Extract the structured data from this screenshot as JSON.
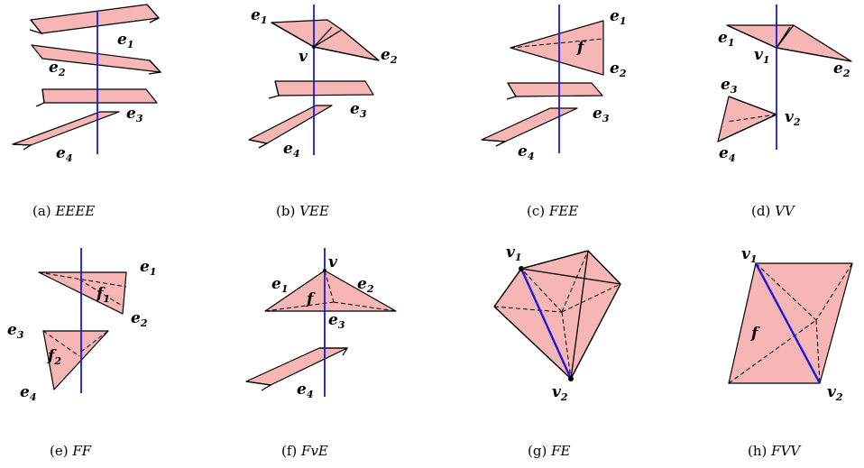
{
  "panels": [
    {
      "id": "a",
      "caption_tag": "(a)",
      "caption_name": "EEEE",
      "labels": [
        {
          "base": "e",
          "sub": "1"
        },
        {
          "base": "e",
          "sub": "2"
        },
        {
          "base": "e",
          "sub": "3"
        },
        {
          "base": "e",
          "sub": "4"
        }
      ]
    },
    {
      "id": "b",
      "caption_tag": "(b)",
      "caption_name": "VEE",
      "labels": [
        {
          "base": "e",
          "sub": "1"
        },
        {
          "base": "e",
          "sub": "2"
        },
        {
          "base": "v",
          "sub": ""
        },
        {
          "base": "e",
          "sub": "3"
        },
        {
          "base": "e",
          "sub": "4"
        }
      ]
    },
    {
      "id": "c",
      "caption_tag": "(c)",
      "caption_name": "FEE",
      "labels": [
        {
          "base": "e",
          "sub": "1"
        },
        {
          "base": "f",
          "sub": ""
        },
        {
          "base": "e",
          "sub": "2"
        },
        {
          "base": "e",
          "sub": "3"
        },
        {
          "base": "e",
          "sub": "4"
        }
      ]
    },
    {
      "id": "d",
      "caption_tag": "(d)",
      "caption_name": "VV",
      "labels": [
        {
          "base": "e",
          "sub": "1"
        },
        {
          "base": "v",
          "sub": "1"
        },
        {
          "base": "e",
          "sub": "2"
        },
        {
          "base": "e",
          "sub": "3"
        },
        {
          "base": "v",
          "sub": "2"
        },
        {
          "base": "e",
          "sub": "4"
        }
      ]
    },
    {
      "id": "e",
      "caption_tag": "(e)",
      "caption_name": "FF",
      "labels": [
        {
          "base": "e",
          "sub": "1"
        },
        {
          "base": "f",
          "sub": "1"
        },
        {
          "base": "e",
          "sub": "2"
        },
        {
          "base": "e",
          "sub": "3"
        },
        {
          "base": "f",
          "sub": "2"
        },
        {
          "base": "e",
          "sub": "4"
        }
      ]
    },
    {
      "id": "f",
      "caption_tag": "(f)",
      "caption_name": "FvE",
      "labels": [
        {
          "base": "v",
          "sub": ""
        },
        {
          "base": "e",
          "sub": "1"
        },
        {
          "base": "e",
          "sub": "2"
        },
        {
          "base": "f",
          "sub": ""
        },
        {
          "base": "e",
          "sub": "3"
        },
        {
          "base": "e",
          "sub": "4"
        }
      ]
    },
    {
      "id": "g",
      "caption_tag": "(g)",
      "caption_name": "FE",
      "labels": [
        {
          "base": "v",
          "sub": "1"
        },
        {
          "base": "v",
          "sub": "2"
        }
      ]
    },
    {
      "id": "h",
      "caption_tag": "(h)",
      "caption_name": "FVV",
      "labels": [
        {
          "base": "v",
          "sub": "1"
        },
        {
          "base": "f",
          "sub": ""
        },
        {
          "base": "v",
          "sub": "2"
        }
      ]
    }
  ]
}
